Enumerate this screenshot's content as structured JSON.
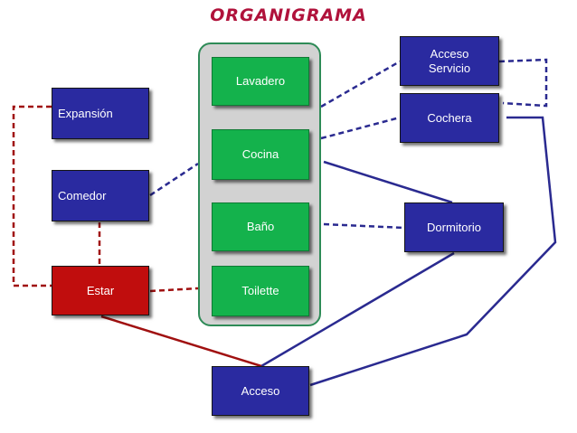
{
  "title": "ORGANIGRAMA",
  "colors": {
    "title": "#b0123b",
    "node_blue": "#2a2aa0",
    "node_green": "#14b24c",
    "node_red": "#c00d0d",
    "container_fill": "#d2d2d2",
    "container_border": "#2e8b57",
    "line_blue": "#2a2a90",
    "line_red": "#a01010"
  },
  "nodes": {
    "lavadero": "Lavadero",
    "cocina": "Cocina",
    "bano": "Baño",
    "toilette": "Toilette",
    "expansion": "Expansión",
    "comedor": "Comedor",
    "estar": "Estar",
    "acceso": "Acceso",
    "acceso_servicio": "Acceso Servicio",
    "cochera": "Cochera",
    "dormitorio": "Dormitorio"
  }
}
